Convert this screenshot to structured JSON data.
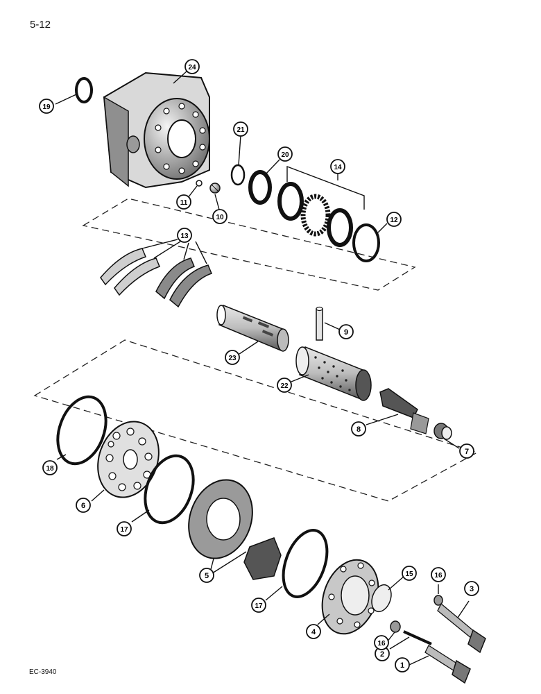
{
  "page": {
    "number": "5-12",
    "figure_code": "EC-3940"
  },
  "callouts": [
    {
      "id": "c1",
      "label": "1"
    },
    {
      "id": "c2",
      "label": "2"
    },
    {
      "id": "c3",
      "label": "3"
    },
    {
      "id": "c4",
      "label": "4"
    },
    {
      "id": "c5",
      "label": "5"
    },
    {
      "id": "c6",
      "label": "6"
    },
    {
      "id": "c7",
      "label": "7"
    },
    {
      "id": "c8",
      "label": "8"
    },
    {
      "id": "c9",
      "label": "9"
    },
    {
      "id": "c10",
      "label": "10"
    },
    {
      "id": "c11",
      "label": "11"
    },
    {
      "id": "c12",
      "label": "12"
    },
    {
      "id": "c13",
      "label": "13"
    },
    {
      "id": "c14",
      "label": "14"
    },
    {
      "id": "c15",
      "label": "15"
    },
    {
      "id": "c16a",
      "label": "16"
    },
    {
      "id": "c16b",
      "label": "16"
    },
    {
      "id": "c17a",
      "label": "17"
    },
    {
      "id": "c17b",
      "label": "17"
    },
    {
      "id": "c18",
      "label": "18"
    },
    {
      "id": "c19",
      "label": "19"
    },
    {
      "id": "c20",
      "label": "20"
    },
    {
      "id": "c21",
      "label": "21"
    },
    {
      "id": "c22",
      "label": "22"
    },
    {
      "id": "c23",
      "label": "23"
    },
    {
      "id": "c24",
      "label": "24"
    }
  ]
}
